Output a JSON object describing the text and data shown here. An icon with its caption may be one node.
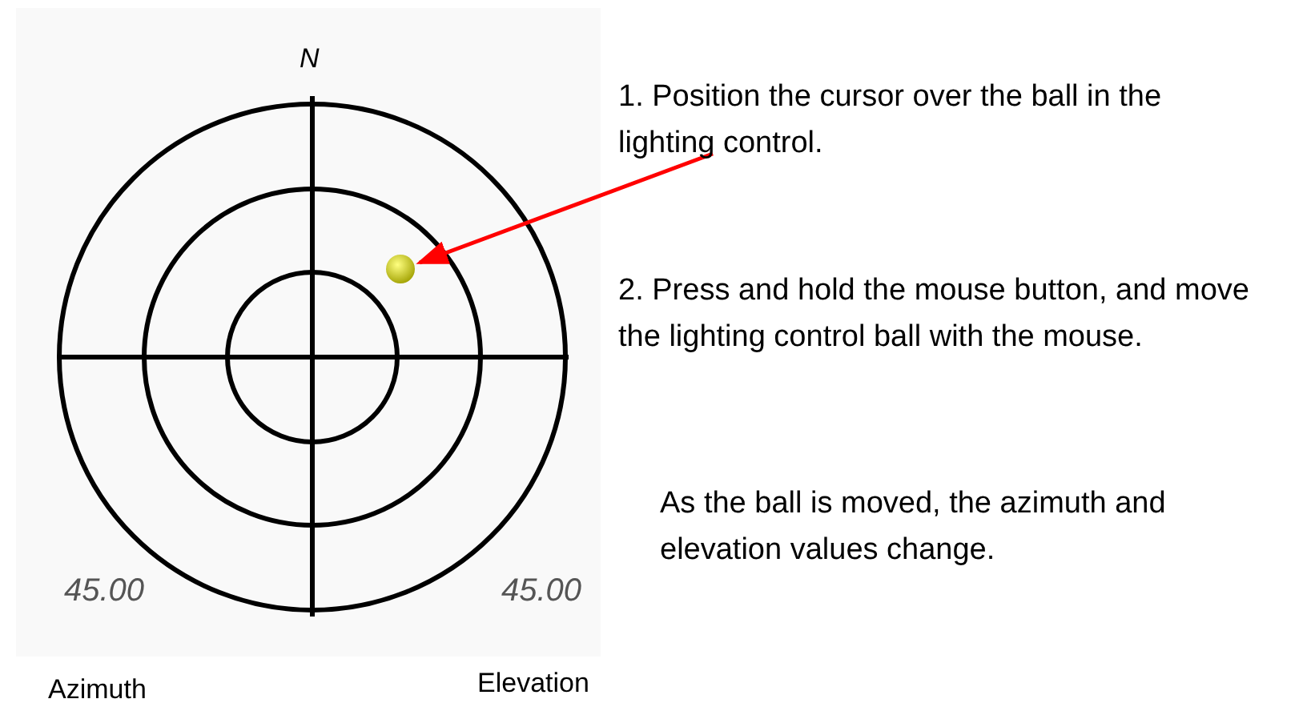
{
  "diagram": {
    "nodes": [
      {
        "text": [
          "1. Position the cursor over the ball in the lighting control."
        ]
      },
      {
        "text": [],
        "shape": "circle"
      }
    ],
    "edges": [
      {
        "from": 0,
        "to": 1,
        "arrow": "to",
        "color": "#ff0000"
      }
    ],
    "labels": [
      "N",
      "2. Press and hold the mouse button, and move the lighting control ball with the mouse.",
      "As the ball is moved, the azimuth and elevation values change.",
      "45.00",
      "45.00",
      "Azimuth",
      "Elevation"
    ]
  }
}
